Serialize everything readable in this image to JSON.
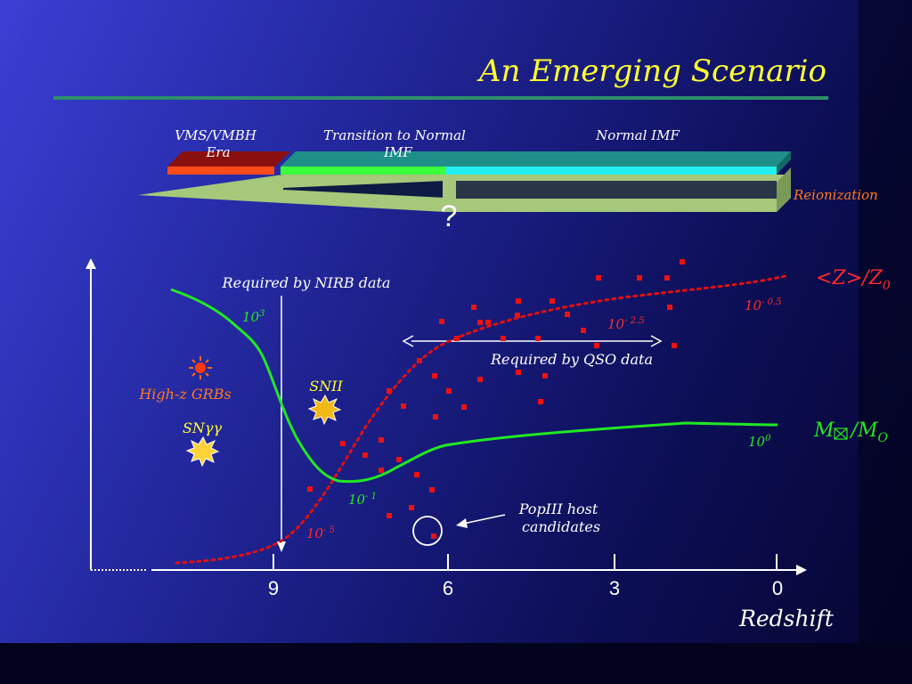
{
  "title": "An Emerging Scenario",
  "eras": {
    "vms": {
      "line1": "VMS/VMBH",
      "line2": "Era"
    },
    "transition": {
      "line1": "Transition to  Normal",
      "line2": "IMF"
    },
    "normal": "Normal  IMF",
    "reionization": "Reionization",
    "question": "?"
  },
  "labels": {
    "nirb": "Required by NIRB data",
    "qso": "Required by QSO data",
    "metal_axis": "<Z>/Z",
    "metal_sub": "0",
    "mass_axis_m": "M",
    "mass_axis_slash": "/M",
    "mass_axis_sub": "O",
    "grb": "High-z GRBs",
    "snii": "SNII",
    "sngg": "SNγγ",
    "popiii_line1": "PopIII host",
    "popiii_line2": "candidates",
    "l_10_3": {
      "base": "10",
      "exp": "3"
    },
    "l_10_0": {
      "base": "10",
      "exp": "0"
    },
    "l_10_m1": {
      "base": "10",
      "exp": "- 1"
    },
    "l_10_m05": {
      "base": "10",
      "exp": "- 0.5"
    },
    "l_10_m25": {
      "base": "10",
      "exp": "- 2.5"
    },
    "l_10_m5": {
      "base": "10",
      "exp": "- 5"
    }
  },
  "axis": {
    "xlabel": "Redshift",
    "ticks": [
      "9",
      "6",
      "3",
      "0"
    ]
  },
  "colors": {
    "title": "#ffff33",
    "mass_curve": "#22e822",
    "metal_curve": "#e01010",
    "metal_label": "#ff2a2a",
    "grb_label": "#ff7a1a",
    "sn_label": "#ffff33",
    "qso_points": "#ee1111"
  }
}
